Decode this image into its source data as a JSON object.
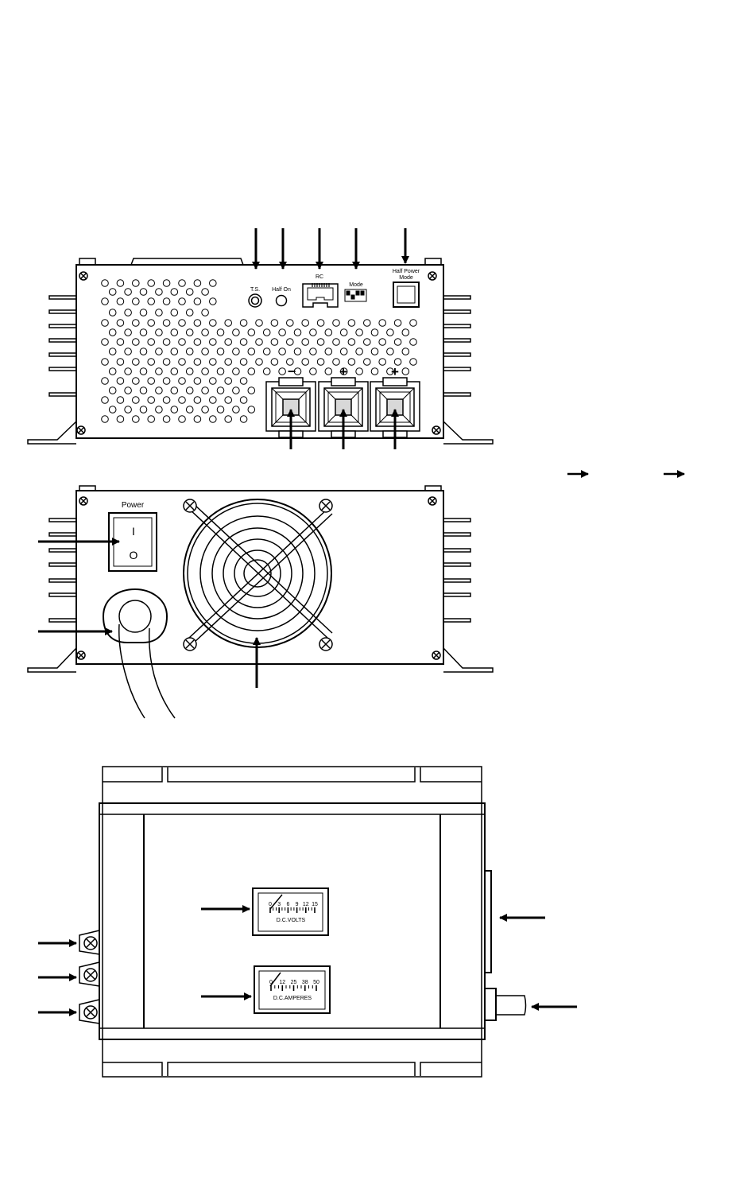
{
  "front_panel": {
    "ts_label": "T.S.",
    "half_on_label": "Half On",
    "rc_label": "RC",
    "mode_label": "Mode",
    "half_power_line1": "Half Power",
    "half_power_line2": "Mode",
    "terminal_neg": "−",
    "terminal_pos1": "+",
    "terminal_pos2": "+"
  },
  "rear_panel": {
    "power_label": "Power",
    "switch_on": "I",
    "switch_off": "O"
  },
  "top_view": {
    "volts_meter": {
      "ticks": [
        "0",
        "3",
        "6",
        "9",
        "12",
        "15"
      ],
      "label": "D.C.VOLTS"
    },
    "amps_meter": {
      "ticks": [
        "0",
        "12",
        "25",
        "38",
        "50"
      ],
      "label": "D.C.AMPERES"
    }
  },
  "colors": {
    "ink": "#000000",
    "fill_light": "#d8d8d8",
    "background": "#ffffff"
  }
}
